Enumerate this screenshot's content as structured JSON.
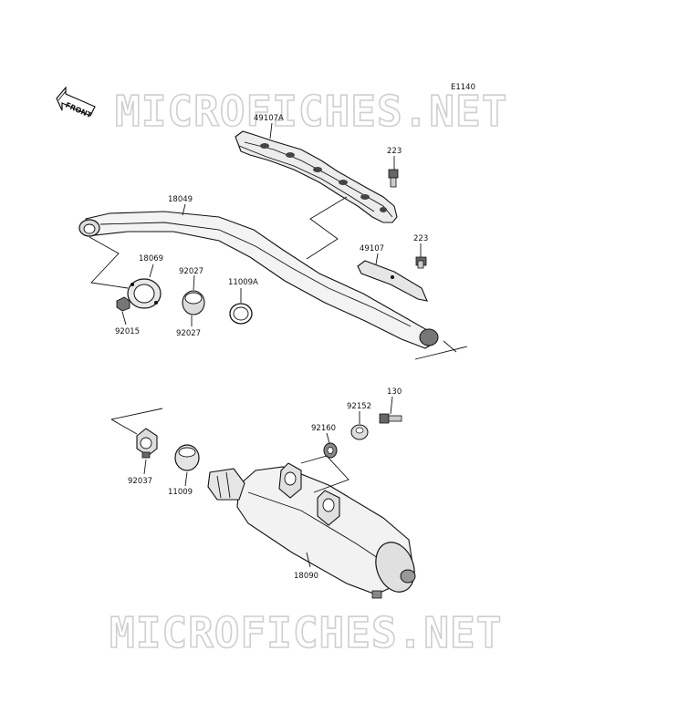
{
  "diagram_code": "E1140",
  "watermark_top": "MICROFICHES.NET",
  "watermark_bottom": "MICROFICHES.NET",
  "front_arrow": {
    "label": "FRONT",
    "icon": "front-arrow-icon"
  },
  "parts": {
    "p49107A": "49107A",
    "p223a": "223",
    "p18049": "18049",
    "p223b": "223",
    "p49107": "49107",
    "p18069": "18069",
    "p92027a": "92027",
    "p11009A": "11009A",
    "p92015": "92015",
    "p92027b": "92027",
    "p130": "130",
    "p92152": "92152",
    "p92160": "92160",
    "p92037": "92037",
    "p11009": "11009",
    "p18090": "18090"
  },
  "colors": {
    "ink": "#111111",
    "watermark": "#cfcfcf",
    "background": "#ffffff"
  }
}
